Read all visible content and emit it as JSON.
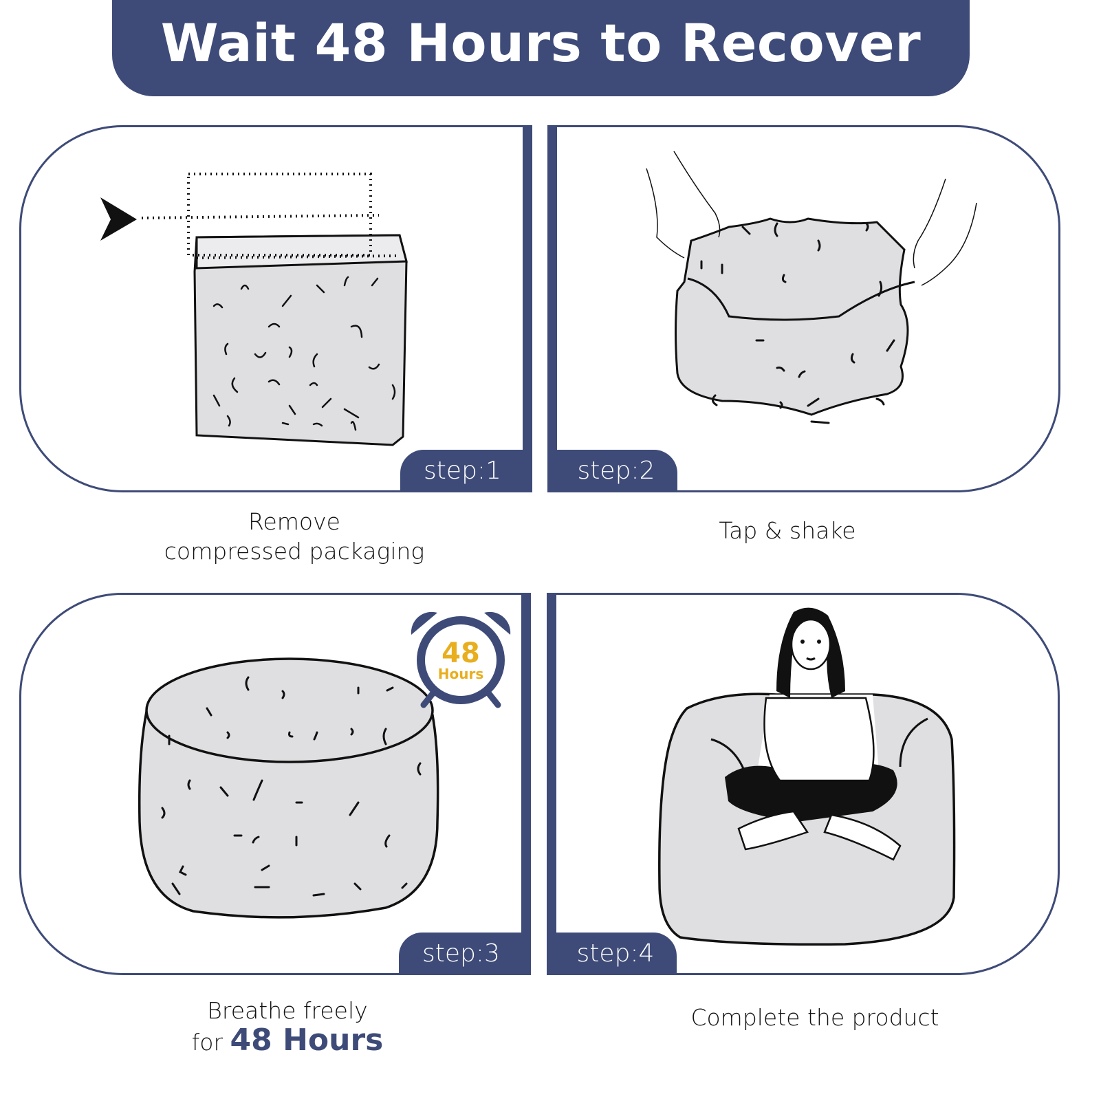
{
  "banner": {
    "title": "Wait 48 Hours to Recover"
  },
  "colors": {
    "navy": "#3e4b78",
    "gold": "#e8ae1e",
    "foam_gray": "#dfdfe1",
    "ink": "#111111"
  },
  "steps": [
    {
      "tab": "step:1",
      "caption_lines": [
        "Remove",
        "compressed packaging"
      ],
      "illustration": "compressed-foam-bag-with-cut-line-icon"
    },
    {
      "tab": "step:2",
      "caption_lines": [
        "Tap & shake"
      ],
      "illustration": "hands-shaking-foam-cover-icon"
    },
    {
      "tab": "step:3",
      "caption_lines": [
        "Breathe freely"
      ],
      "caption_prefix": "for",
      "caption_emphasis": "48 Hours",
      "illustration": "expanded-foam-pouf-icon"
    },
    {
      "tab": "step:4",
      "caption_lines": [
        "Complete the product"
      ],
      "illustration": "woman-sitting-on-bean-bag-icon"
    }
  ],
  "alarm_badge": {
    "number": "48",
    "unit": "Hours",
    "icon": "alarm-clock-icon"
  }
}
